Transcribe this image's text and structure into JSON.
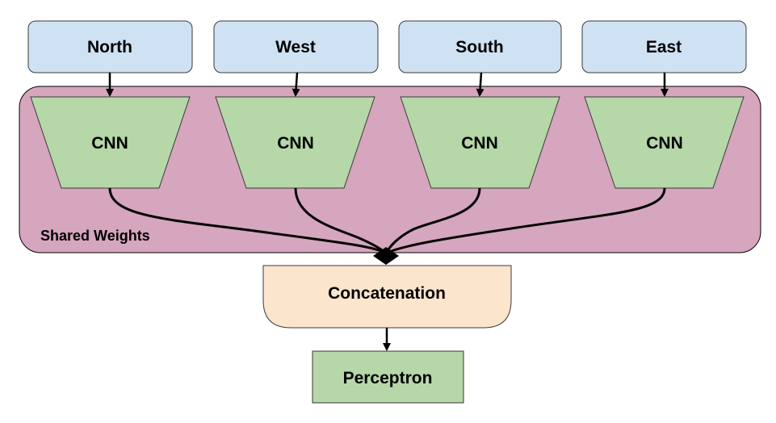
{
  "colors": {
    "input_fill": "#cfe2f3",
    "input_stroke": "#3a3a3a",
    "group_fill": "#d5a6bd",
    "cnn_fill": "#b6d7a8",
    "concat_fill": "#fce5cd",
    "perceptron_fill": "#b6d7a8",
    "line": "#000000"
  },
  "inputs": [
    {
      "label": "North"
    },
    {
      "label": "West"
    },
    {
      "label": "South"
    },
    {
      "label": "East"
    }
  ],
  "cnns": [
    {
      "label": "CNN"
    },
    {
      "label": "CNN"
    },
    {
      "label": "CNN"
    },
    {
      "label": "CNN"
    }
  ],
  "group": {
    "label": "Shared Weights"
  },
  "concat": {
    "label": "Concatenation"
  },
  "perceptron": {
    "label": "Perceptron"
  }
}
